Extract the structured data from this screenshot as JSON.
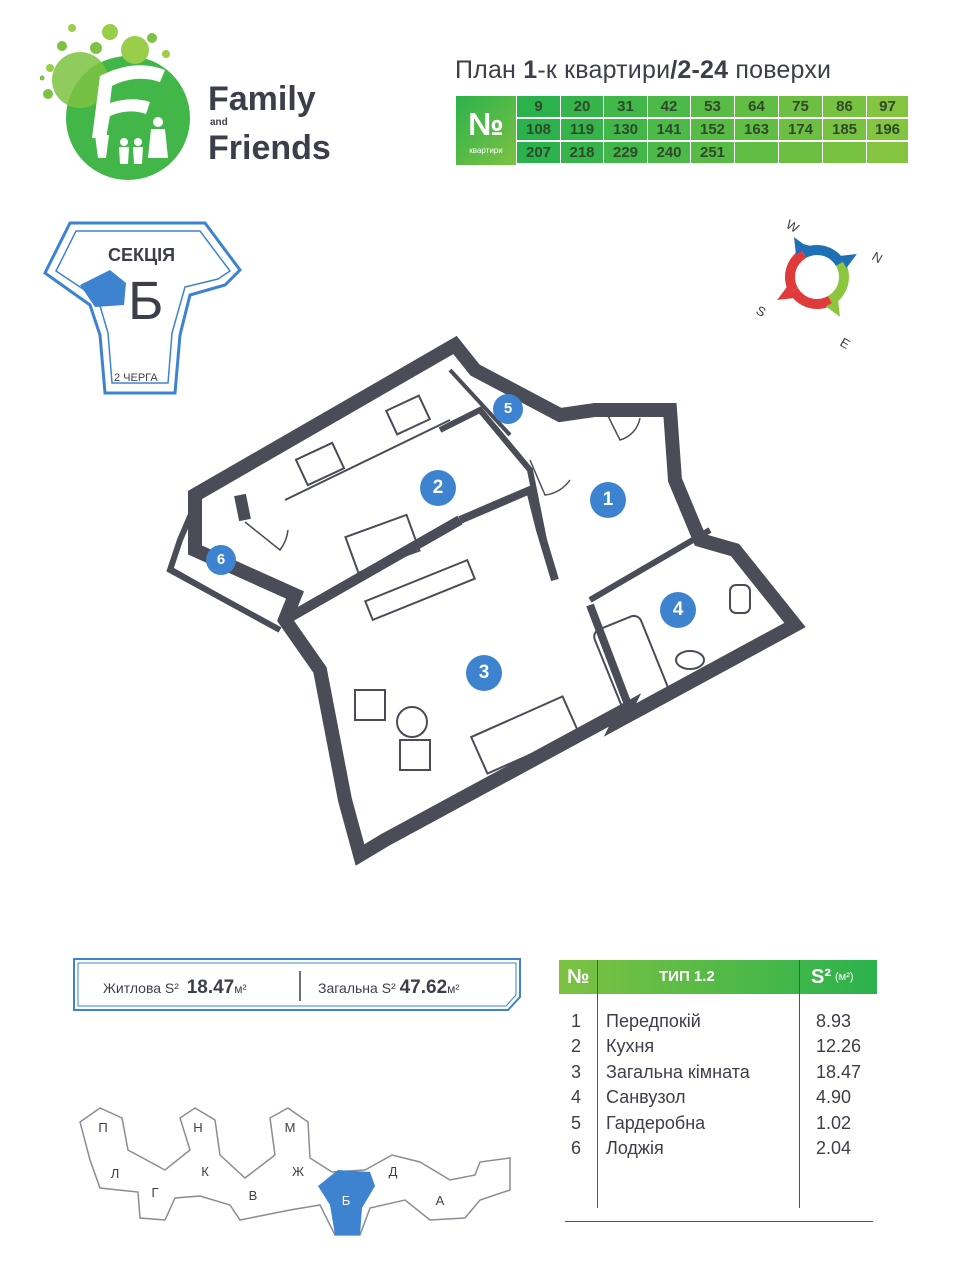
{
  "brand": {
    "line1": "Family",
    "line2": "and",
    "line3": "Friends"
  },
  "plan_title": {
    "prefix": "План",
    "bold": "1",
    "mid": "-к квартири",
    "slash": "/",
    "floors": "2-24",
    "suffix": " поверхи"
  },
  "apartments": {
    "no_label": "№",
    "no_sublabel": "квартири",
    "rows": [
      [
        "9",
        "20",
        "31",
        "42",
        "53",
        "64",
        "75",
        "86",
        "97"
      ],
      [
        "108",
        "119",
        "130",
        "141",
        "152",
        "163",
        "174",
        "185",
        "196"
      ],
      [
        "207",
        "218",
        "229",
        "240",
        "251",
        "",
        "",
        "",
        ""
      ]
    ]
  },
  "section": {
    "label": "СЕКЦІЯ",
    "letter": "Б",
    "queue": "2 ЧЕРГА"
  },
  "compass": {
    "w": "W",
    "n": "N",
    "s": "S",
    "e": "E"
  },
  "floorplan": {
    "room_badges": [
      "1",
      "2",
      "3",
      "4",
      "5",
      "6"
    ]
  },
  "areas": {
    "living_label": "Житлова S²",
    "living_value": "18.47",
    "living_unit": "м²",
    "total_label": "Загальна S²",
    "total_value": "47.62",
    "total_unit": "м²"
  },
  "rooms_table": {
    "col_no": "№",
    "col_type": "ТИП 1.2",
    "col_area": "S²",
    "col_area_unit": "(м²)",
    "rows": [
      {
        "no": "1",
        "name": "Передпокій",
        "area": "8.93"
      },
      {
        "no": "2",
        "name": "Кухня",
        "area": "12.26"
      },
      {
        "no": "3",
        "name": "Загальна кімната",
        "area": "18.47"
      },
      {
        "no": "4",
        "name": "Санвузол",
        "area": "4.90"
      },
      {
        "no": "5",
        "name": "Гардеробна",
        "area": "1.02"
      },
      {
        "no": "6",
        "name": "Лоджія",
        "area": "2.04"
      }
    ]
  },
  "sections_map": {
    "labels": [
      "П",
      "Н",
      "М",
      "Л",
      "Г",
      "К",
      "В",
      "Ж",
      "Б",
      "Д",
      "А"
    ],
    "highlight": "Б",
    "highlight_color": "#3d83d0"
  },
  "colors": {
    "brand_green": "#2bb24c",
    "light_green": "#7dc242",
    "room_blue": "#3d83d0",
    "wall": "#4a4d57"
  }
}
